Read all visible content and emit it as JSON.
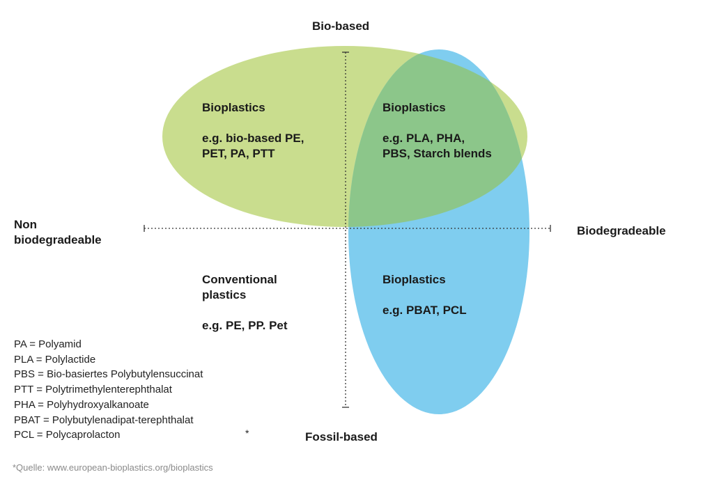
{
  "axes": {
    "top": "Bio-based",
    "bottom": "Fossil-based",
    "left_line1": "Non",
    "left_line2": "biodegradeable",
    "right": "Biodegradeable"
  },
  "quadrants": {
    "top_left": {
      "title": "Bioplastics",
      "examples_line1": "e.g. bio-based PE,",
      "examples_line2": "PET, PA, PTT"
    },
    "top_right": {
      "title": "Bioplastics",
      "examples_line1": "e.g. PLA, PHA,",
      "examples_line2": "PBS, Starch blends"
    },
    "bottom_left": {
      "title_line1": "Conventional",
      "title_line2": "plastics",
      "examples": "e.g. PE, PP. Pet"
    },
    "bottom_right": {
      "title": "Bioplastics",
      "examples": "e.g. PBAT, PCL"
    }
  },
  "legend": [
    "PA = Polyamid",
    "PLA = Polylactide",
    "PBS = Bio-basiertes Polybutylensuccinat",
    "PTT = Polytrimethylenterephthalat",
    "PHA = Polyhydroxyalkanoate",
    "PBAT = Polybutylenadipat-terephthalat",
    "PCL = Polycaprolacton"
  ],
  "footnote_marker": "*",
  "source": "*Quelle: www.european-bioplastics.org/bioplastics",
  "colors": {
    "green_ellipse": "#c9dd8e",
    "blue_ellipse": "#7fcdef",
    "overlap": "#8cc68a",
    "axis_line": "#333333"
  }
}
